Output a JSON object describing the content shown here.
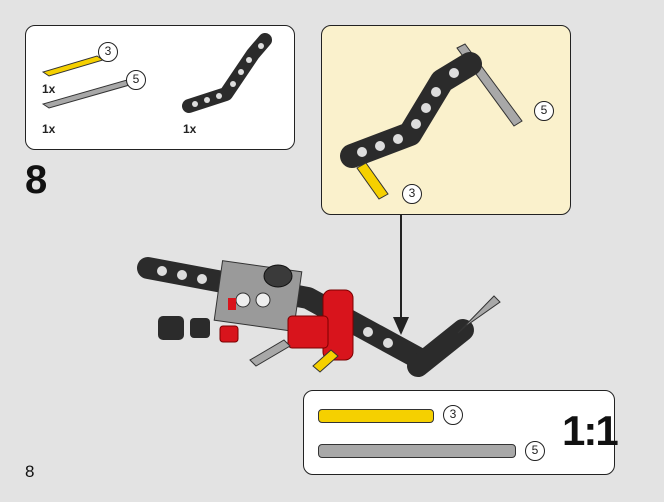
{
  "parts_list": {
    "items": [
      {
        "quantity": "1x",
        "callout": "3",
        "color": "#f5d000",
        "icon": "yellow-axle-3-icon"
      },
      {
        "quantity": "1x",
        "callout": "5",
        "color": "#a8a8a8",
        "icon": "gray-axle-5-icon"
      },
      {
        "quantity": "1x",
        "icon": "black-bent-beam-icon"
      }
    ]
  },
  "step": {
    "number": "8"
  },
  "subassembly": {
    "callouts": [
      {
        "label": "5"
      },
      {
        "label": "3"
      }
    ],
    "background": "#faf1cc"
  },
  "scale_guide": {
    "ratio": "1:1",
    "rods": [
      {
        "callout": "3",
        "color": "#f5d000"
      },
      {
        "callout": "5",
        "color": "#a8a8a8"
      }
    ]
  },
  "page": {
    "number": "8"
  },
  "colors": {
    "accent_red": "#d8141c",
    "beam_black": "#2b2b2b",
    "axle_gray": "#a8a8a8",
    "axle_yellow": "#f5d000"
  }
}
